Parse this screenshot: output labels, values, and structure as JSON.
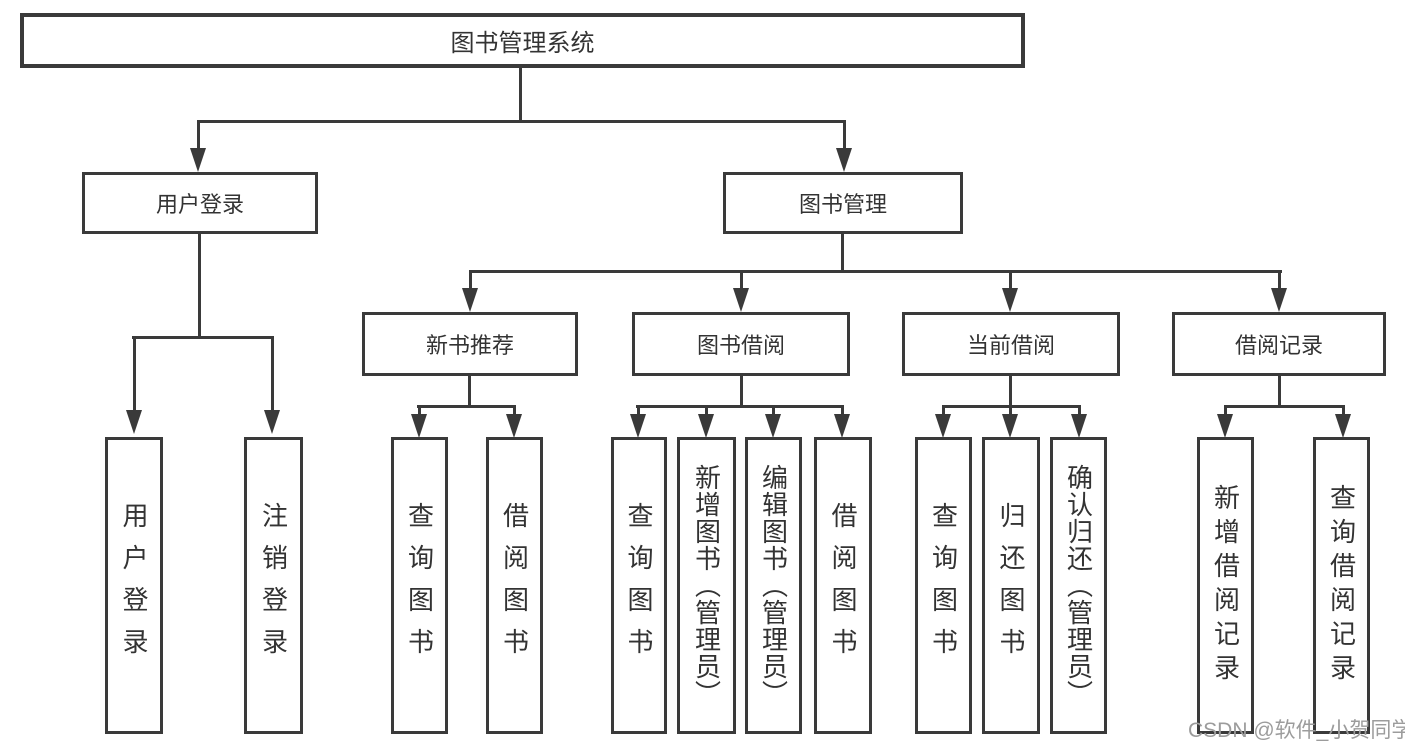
{
  "watermark": "CSDN @软件_小贺同学",
  "colors": {
    "line": "#3a3a3a",
    "text": "#333333",
    "background": "#ffffff",
    "watermark": "#9c9c9c"
  },
  "tree": {
    "label": "图书管理系统",
    "children": [
      {
        "label": "用户登录",
        "children": [
          {
            "label": "用户登录"
          },
          {
            "label": "注销登录"
          }
        ]
      },
      {
        "label": "图书管理",
        "children": [
          {
            "label": "新书推荐",
            "children": [
              {
                "label": "查询图书"
              },
              {
                "label": "借阅图书"
              }
            ]
          },
          {
            "label": "图书借阅",
            "children": [
              {
                "label": "查询图书"
              },
              {
                "label": "新增图书（管理员）"
              },
              {
                "label": "编辑图书（管理员）"
              },
              {
                "label": "借阅图书"
              }
            ]
          },
          {
            "label": "当前借阅",
            "children": [
              {
                "label": "查询图书"
              },
              {
                "label": "归还图书"
              },
              {
                "label": "确认归还（管理员）"
              }
            ]
          },
          {
            "label": "借阅记录",
            "children": [
              {
                "label": "新增借阅记录"
              },
              {
                "label": "查询借阅记录"
              }
            ]
          }
        ]
      }
    ]
  }
}
